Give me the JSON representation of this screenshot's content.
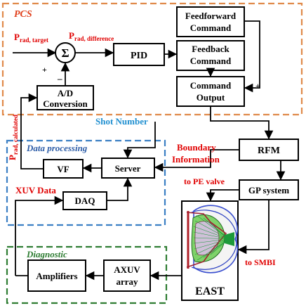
{
  "groups": {
    "pcs": "PCS",
    "data_processing": "Data processing",
    "diagnostic": "Diagnostic"
  },
  "blocks": {
    "sum": "Σ",
    "pid": "PID",
    "ad_line1": "A/D",
    "ad_line2": "Conversion",
    "ff_line1": "Feedforward",
    "ff_line2": "Command",
    "fb_line1": "Feedback",
    "fb_line2": "Command",
    "co_line1": "Command",
    "co_line2": "Output",
    "rfm": "RFM",
    "vf": "VF",
    "server": "Server",
    "daq": "DAQ",
    "gp": "GP system",
    "amplifiers": "Amplifiers",
    "axuv_line1": "AXUV",
    "axuv_line2": "array",
    "east": "EAST"
  },
  "labels": {
    "p_target_main": "P",
    "p_target_sub": "rad, target",
    "p_diff_main": "P",
    "p_diff_sub": "rad, difference",
    "p_calc_main": "P",
    "p_calc_sub": "rad, calculated",
    "plus_left": "+",
    "minus": "–",
    "plus_right": "+",
    "shot_number": "Shot Number",
    "boundary_line1": "Boundary",
    "boundary_line2": "Information",
    "xuv_data": "XUV Data",
    "pe_valve": "to PE valve",
    "smbi": "to SMBI"
  },
  "colors": {
    "pcs_border": "#e08a4a",
    "pcs_label": "#e0401c",
    "dp_border": "#3b7fc4",
    "dp_label": "#2e5ea8",
    "diag_border": "#2e7d32",
    "diag_label": "#2e7d32",
    "red_text": "#e00000",
    "blue_text": "#1f8fd0",
    "line": "#000000"
  }
}
